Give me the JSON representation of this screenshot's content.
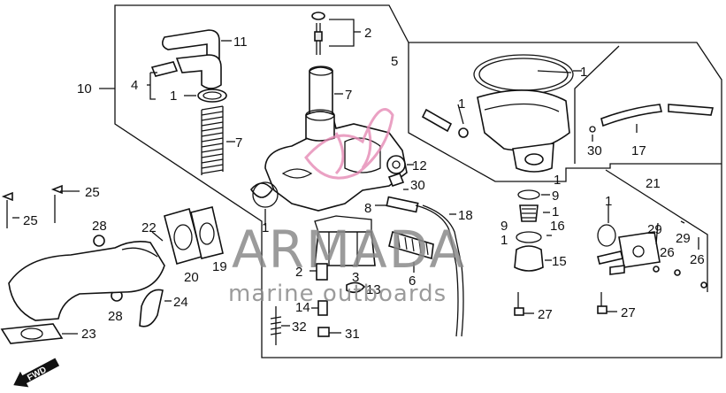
{
  "callouts": {
    "c1a": "1",
    "c1b": "1",
    "c1c": "1",
    "c1d": "1",
    "c1e": "1",
    "c1f": "1",
    "c1g": "1",
    "c1h": "1",
    "c2a": "2",
    "c2b": "2",
    "c3": "3",
    "c4": "4",
    "c5": "5",
    "c6": "6",
    "c7a": "7",
    "c7b": "7",
    "c8": "8",
    "c9a": "9",
    "c9b": "9",
    "c10": "10",
    "c11": "11",
    "c12": "12",
    "c13": "13",
    "c14": "14",
    "c15": "15",
    "c16": "16",
    "c17": "17",
    "c18": "18",
    "c19": "19",
    "c20": "20",
    "c21": "21",
    "c22": "22",
    "c23": "23",
    "c24": "24",
    "c25a": "25",
    "c25b": "25",
    "c26a": "26",
    "c26b": "26",
    "c27a": "27",
    "c27b": "27",
    "c28a": "28",
    "c28b": "28",
    "c29a": "29",
    "c29b": "29",
    "c30a": "30",
    "c30b": "30",
    "c31": "31",
    "c32": "32"
  },
  "watermark": {
    "brand": "ARMADA",
    "tagline": "marine outboards"
  },
  "fwd_label": "FWD",
  "colors": {
    "ink": "#111111",
    "watermark_grey": "#8a8a8a",
    "watermark_pink": "#e68ab5"
  }
}
